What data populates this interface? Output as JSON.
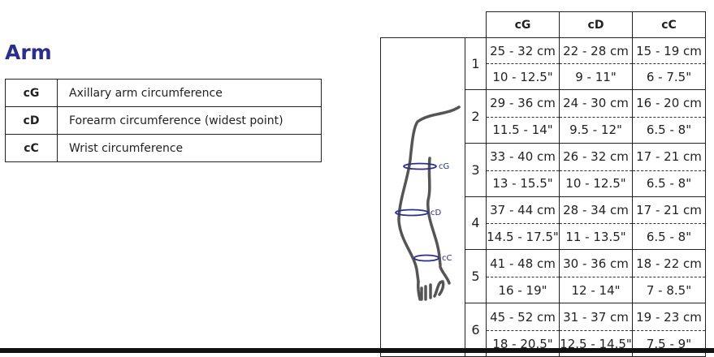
{
  "title": "Arm",
  "legend": [
    {
      "key": "cG",
      "label": "Axillary arm circumference"
    },
    {
      "key": "cD",
      "label": "Forearm circumference (widest point)"
    },
    {
      "key": "cC",
      "label": "Wrist circumference"
    }
  ],
  "diagram": {
    "labels": [
      "cG",
      "cD",
      "cC"
    ],
    "accent": "#2b2f8a"
  },
  "columns": [
    "cG",
    "cD",
    "cC"
  ],
  "sizes": [
    {
      "size": "1",
      "cm": [
        "25 - 32 cm",
        "22 - 28 cm",
        "15 - 19 cm"
      ],
      "in": [
        "10 - 12.5\"",
        "9 - 11\"",
        "6 - 7.5\""
      ]
    },
    {
      "size": "2",
      "cm": [
        "29 - 36 cm",
        "24 - 30 cm",
        "16 - 20 cm"
      ],
      "in": [
        "11.5 - 14\"",
        "9.5 - 12\"",
        "6.5 - 8\""
      ]
    },
    {
      "size": "3",
      "cm": [
        "33 - 40 cm",
        "26 - 32 cm",
        "17 - 21 cm"
      ],
      "in": [
        "13 - 15.5\"",
        "10 - 12.5\"",
        "6.5 - 8\""
      ]
    },
    {
      "size": "4",
      "cm": [
        "37 - 44 cm",
        "28 - 34 cm",
        "17 - 21 cm"
      ],
      "in": [
        "14.5 - 17.5\"",
        "11 - 13.5\"",
        "6.5 - 8\""
      ]
    },
    {
      "size": "5",
      "cm": [
        "41 - 48 cm",
        "30 - 36 cm",
        "18 - 22 cm"
      ],
      "in": [
        "16 - 19\"",
        "12 - 14\"",
        "7 - 8.5\""
      ]
    },
    {
      "size": "6",
      "cm": [
        "45 - 52 cm",
        "31 - 37 cm",
        "19 - 23 cm"
      ],
      "in": [
        "18 - 20.5\"",
        "12.5 - 14.5\"",
        "7.5 - 9\""
      ]
    }
  ]
}
